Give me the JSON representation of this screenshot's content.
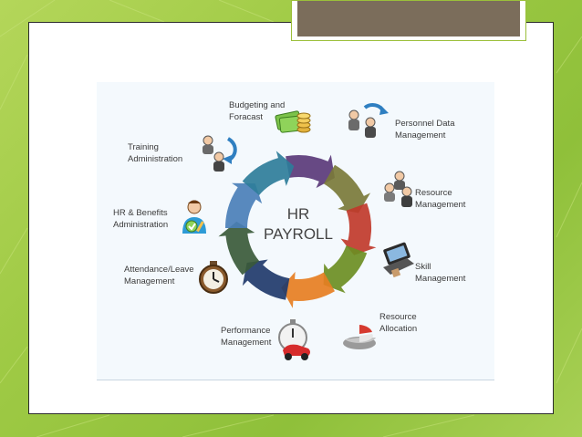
{
  "slide": {
    "hub": {
      "line1": "HR",
      "line2": "PAYROLL"
    }
  },
  "nodes": [
    {
      "id": "budgeting",
      "label": "Budgeting and\nForacast",
      "icon": "money-icon"
    },
    {
      "id": "personnel",
      "label": "Personnel Data\nManagement",
      "icon": "people-sync-icon"
    },
    {
      "id": "resource-mgmt",
      "label": "Resource\nManagement",
      "icon": "people-group-icon"
    },
    {
      "id": "skill",
      "label": "Skill\nManagement",
      "icon": "laptop-icon"
    },
    {
      "id": "allocation",
      "label": "Resource\nAllocation",
      "icon": "pie-chart-icon"
    },
    {
      "id": "performance",
      "label": "Performance\nManagement",
      "icon": "stopwatch-car-icon"
    },
    {
      "id": "attendance",
      "label": "Attendance/Leave\nManagement",
      "icon": "clock-icon"
    },
    {
      "id": "benefits",
      "label": "HR & Benefits\nAdministration",
      "icon": "person-check-icon"
    },
    {
      "id": "training",
      "label": "Training\nAdministration",
      "icon": "people-cycle-icon"
    }
  ],
  "colors": {
    "background": "#9fca45",
    "title_tab": "#7b6d5b",
    "cycle_arrows": [
      "#5a3a7a",
      "#7a7a3a",
      "#c0392b",
      "#6b8e23",
      "#e67e22",
      "#1f3a6b",
      "#3a5a3a",
      "#4a7fb8",
      "#2e7d9a"
    ]
  }
}
